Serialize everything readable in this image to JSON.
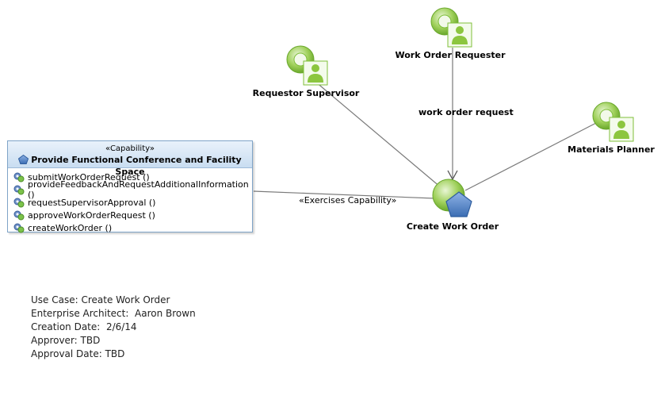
{
  "actors": [
    {
      "id": "work-order-requester",
      "label": "Work Order Requester"
    },
    {
      "id": "requestor-supervisor",
      "label": "Requestor Supervisor"
    },
    {
      "id": "materials-planner",
      "label": "Materials Planner"
    }
  ],
  "use_case": {
    "label": "Create Work Order"
  },
  "edges": {
    "request_label": "work order request",
    "capability_label": "«Exercises Capability»"
  },
  "capability": {
    "stereotype": "«Capability»",
    "title": "Provide Functional Conference and Facility Space",
    "operations": [
      "submitWorkOrderRequest ()",
      "provideFeedbackAndRequestAdditionalInformation ()",
      "requestSupervisorApproval ()",
      "approveWorkOrderRequest ()",
      "createWorkOrder ()"
    ]
  },
  "notes": [
    "Use Case: Create Work Order",
    "Enterprise Architect:  Aaron Brown",
    "Creation Date:  2/6/14",
    "Approver: TBD",
    "Approval Date: TBD"
  ],
  "colors": {
    "actor_green": "#8cc63f",
    "actor_green_light": "#d6ecb5",
    "pentagon_blue": "#4b7fc4",
    "line_gray": "#7a7a7a"
  }
}
